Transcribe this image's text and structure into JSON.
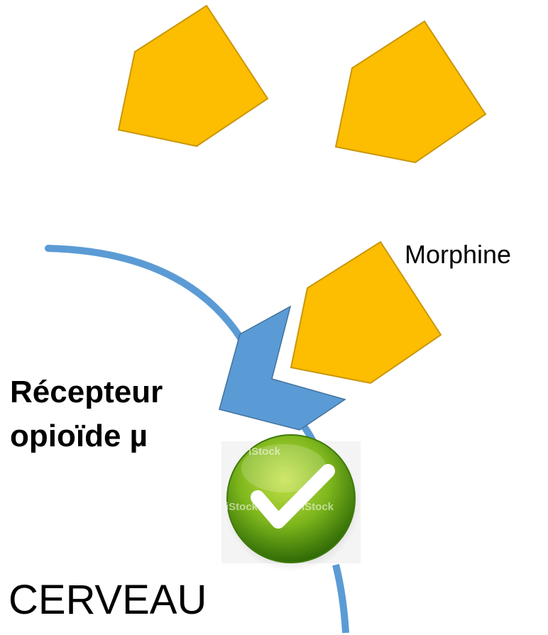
{
  "labels": {
    "morphine": "Morphine",
    "receptor_line1": "Récepteur",
    "receptor_line2": "opioïde µ",
    "brain": "CERVEAU"
  },
  "check_badge": {
    "watermark": "iStock"
  },
  "colors": {
    "molecule_fill": "#FDBD00",
    "molecule_stroke": "#C9970A",
    "receptor_fill": "#5B9BD5",
    "membrane": "#5B9BD5",
    "check_green": "#7DB61C"
  },
  "icons": {
    "check": "check-circle-icon"
  }
}
